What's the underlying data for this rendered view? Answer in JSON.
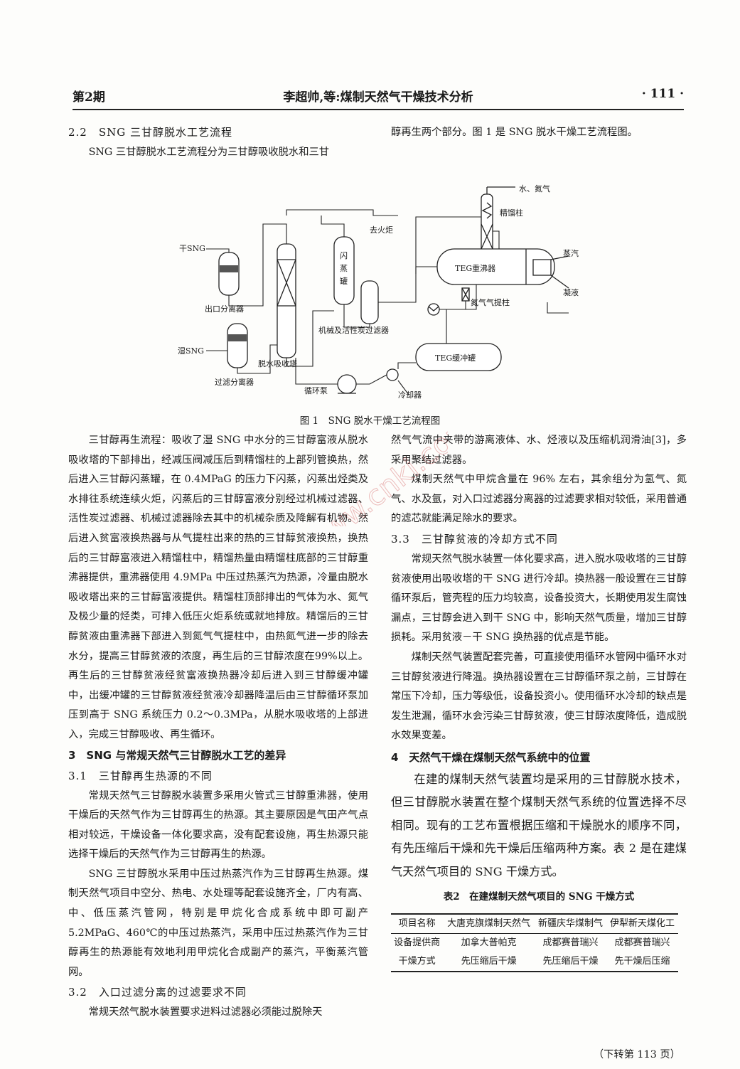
{
  "header": {
    "issue": "第2期",
    "title": "李超帅,等:煤制天然气干燥技术分析",
    "page": "· 111 ·"
  },
  "figure": {
    "caption": "图 1　SNG 脱水干燥工艺流程图",
    "labels": {
      "dry_sng": "干SNG",
      "wet_sng": "湿SNG",
      "outlet_sep": "出口分离器",
      "filter_sep": "过滤分离器",
      "absorber": "脱水吸收塔",
      "pump": "循环泵",
      "cooler": "冷却器",
      "to_flare": "去火炬",
      "flash_1": "闪",
      "flash_2": "蒸",
      "flash_3": "罐",
      "filters": "机械及活性炭过滤器",
      "water_n2": "水、氮气",
      "rectifier": "精馏柱",
      "reboiler": "TEG重沸器",
      "steam": "蒸汽",
      "condensate": "凝液",
      "n2_stripper": "氮气气提柱",
      "buffer": "TEG缓冲罐"
    }
  },
  "left": {
    "h_2_2": "2.2　SNG 三甘醇脱水工艺流程",
    "intro": "SNG 三甘醇脱水工艺流程分为三甘醇吸收脱水和三甘",
    "p_regen": "三甘醇再生流程：吸收了湿 SNG 中水分的三甘醇富液从脱水吸收塔的下部排出，经减压阀减压后到精馏柱的上部列管换热，然后进入三甘醇闪蒸罐，在 0.4MPaG 的压力下闪蒸，闪蒸出烃类及水排往系统连续火炬，闪蒸后的三甘醇富液分别经过机械过滤器、活性炭过滤器、机械过滤器除去其中的机械杂质及降解有机物。然后进入贫富液换热器与从气提柱出来的热的三甘醇贫液换热，换热后的三甘醇富液进入精馏柱中，精馏热量由精馏柱底部的三甘醇重沸器提供，重沸器使用 4.9MPa 中压过热蒸汽为热源，冷量由脱水吸收塔出来的三甘醇富液提供。精馏柱顶部排出的气体为水、氮气及极少量的烃类，可排入低压火炬系统或就地排放。精馏后的三甘醇贫液由重沸器下部进入到氮气气提柱中，由热氮气进一步的除去水分，提高三甘醇贫液的浓度，再生后的三甘醇浓度在99%以上。再生后的三甘醇贫液经贫富液换热器冷却后进入到三甘醇缓冲罐中，出缓冲罐的三甘醇贫液经贫液冷却器降温后由三甘醇循环泵加压到高于 SNG 系统压力 0.2～0.3MPa，从脱水吸收塔的上部进入，完成三甘醇吸收、再生循环。",
    "h_3": "3　SNG 与常规天然气三甘醇脱水工艺的差异",
    "h_3_1": "3.1　三甘醇再生热源的不同",
    "p_3_1a": "常规天然气三甘醇脱水装置多采用火管式三甘醇重沸器，使用干燥后的天然气作为三甘醇再生的热源。其主要原因是气田产气点相对较远，干燥设备一体化要求高，没有配套设施，再生热源只能选择干燥后的天然气作为三甘醇再生的热源。",
    "p_3_1b": "SNG 三甘醇脱水采用中压过热蒸汽作为三甘醇再生热源。煤制天然气项目中空分、热电、水处理等配套设施齐全，厂内有高、中、低压蒸汽管网，特别是甲烷化合成系统中即可副产 5.2MPaG、460℃的中压过热蒸汽，采用中压过热蒸汽作为三甘醇再生的热源能有效地利用甲烷化合成副产的蒸汽，平衡蒸汽管网。",
    "h_3_2": "3.2　入口过滤分离的过滤要求不同",
    "p_3_2": "常规天然气脱水装置要求进料过滤器必须能过脱除天"
  },
  "right": {
    "intro_cont": "醇再生两个部分。图 1 是 SNG 脱水干燥工艺流程图。",
    "p_3_2_cont": "然气气流中夹带的游离液体、水、烃液以及压缩机润滑油[3]，多采用聚结过滤器。",
    "p_3_2b": "煤制天然气中甲烷含量在 96% 左右，其余组分为氢气、氮气、水及氩，对入口过滤器分离器的过滤要求相对较低，采用普通的滤芯就能满足除水的要求。",
    "h_3_3": "3.3　三甘醇贫液的冷却方式不同",
    "p_3_3a": "常规天然气脱水装置一体化要求高，进入脱水吸收塔的三甘醇贫液使用出吸收塔的干 SNG 进行冷却。换热器一般设置在三甘醇循环泵后，管壳程的压力均较高，设备投资大，长期使用发生腐蚀漏点，三甘醇会进入到干 SNG 中，影响天然气质量，增加三甘醇损耗。采用贫液－干 SNG 换热器的优点是节能。",
    "p_3_3b": "煤制天然气装置配套完善，可直接使用循环水管网中循环水对三甘醇贫液进行降温。换热器设置在三甘醇循环泵之前，三甘醇在常压下冷却，压力等级低，设备投资小。使用循环水冷却的缺点是发生泄漏，循环水会污染三甘醇贫液，使三甘醇浓度降低，造成脱水效果变差。",
    "h_4": "4　天然气干燥在煤制天然气系统中的位置",
    "p_4": "在建的煤制天然气装置均是采用的三甘醇脱水技术，但三甘醇脱水装置在整个煤制天然气系统的位置选择不尽相同。现有的工艺布置根据压缩和干燥脱水的顺序不同，有先压缩后干燥和先干燥后压缩两种方案。表 2 是在建煤气天然气项目的 SNG 干燥方式。",
    "table_caption": "表2　在建煤制天然气项目的 SNG 干燥方式",
    "table": {
      "head": [
        "项目名称",
        "大唐克旗煤制天然气",
        "新疆庆华煤制气",
        "伊犁新天煤化工"
      ],
      "rows": [
        [
          "设备提供商",
          "加拿大普帕克",
          "成都赛普瑞兴",
          "成都赛普瑞兴"
        ],
        [
          "干燥方式",
          "先压缩后干燥",
          "先压缩后干燥",
          "先干燥后压缩"
        ]
      ]
    }
  },
  "continued": "（下转第 113 页）",
  "watermark": "www.cnki.com"
}
